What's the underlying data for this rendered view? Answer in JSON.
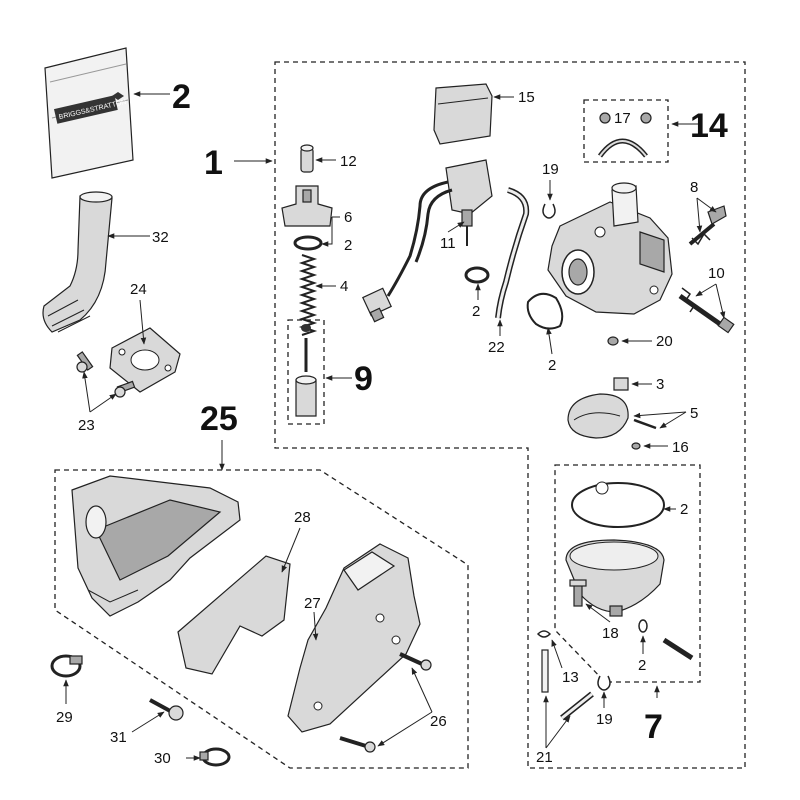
{
  "label_tag": {
    "brand_text": "BRIGGS&STRATTON",
    "logo": "b-and-s-logo"
  },
  "callouts": {
    "c1": "1",
    "c2_tag": "2",
    "c2_a": "2",
    "c2_b": "2",
    "c2_c": "2",
    "c2_d": "2",
    "c2_e": "2",
    "c3": "3",
    "c4": "4",
    "c5": "5",
    "c6": "6",
    "c7": "7",
    "c8": "8",
    "c9": "9",
    "c10": "10",
    "c11": "11",
    "c12": "12",
    "c13": "13",
    "c14": "14",
    "c15": "15",
    "c16": "16",
    "c17": "17",
    "c18": "18",
    "c19_a": "19",
    "c19_b": "19",
    "c20": "20",
    "c21": "21",
    "c22": "22",
    "c23": "23",
    "c24": "24",
    "c25": "25",
    "c26": "26",
    "c27": "27",
    "c28": "28",
    "c29": "29",
    "c30": "30",
    "c31": "31",
    "c32": "32"
  }
}
